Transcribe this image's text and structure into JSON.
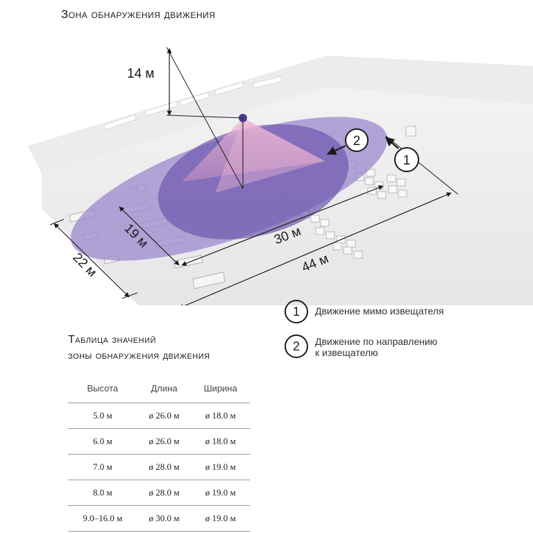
{
  "header": {
    "title": "Зона обнаружения движения"
  },
  "diagram": {
    "height_label": "14 м",
    "width_outer_label": "22 м",
    "width_inner_label": "19 м",
    "length_inner_label": "30 м",
    "length_outer_label": "44 м",
    "marker_1": "1",
    "marker_2": "2"
  },
  "legend": {
    "items": [
      {
        "num": "1",
        "lines": [
          "Движение мимо извещателя"
        ]
      },
      {
        "num": "2",
        "lines": [
          "Движение по направлению",
          "к извещателю"
        ]
      }
    ]
  },
  "table": {
    "title_line1": "Таблица значений",
    "title_line2": "зоны обнаружения движения",
    "columns": [
      "Высота",
      "Длина",
      "Ширина"
    ],
    "rows": [
      [
        "5.0 м",
        "ø 26.0 м",
        "ø 18.0 м"
      ],
      [
        "6.0 м",
        "ø 26.0 м",
        "ø 18.0 м"
      ],
      [
        "7.0 м",
        "ø 28.0 м",
        "ø 19.0 м"
      ],
      [
        "8.0 м",
        "ø 28.0 м",
        "ø 19.0 м"
      ],
      [
        "9.0–16.0 м",
        "ø 30.0 м",
        "ø 19.0 м"
      ]
    ]
  },
  "colors": {
    "zone_outer": "#a28fd0",
    "zone_inner": "#7a63b8",
    "cone": "#e3a8c8",
    "sensor": "#4a3a8a"
  }
}
